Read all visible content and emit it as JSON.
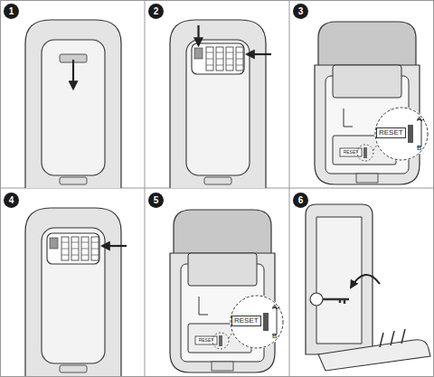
{
  "diagram": {
    "nodes": [
      {
        "text": [
          "1"
        ]
      },
      {
        "text": [
          "2"
        ]
      },
      {
        "text": [
          "3"
        ]
      },
      {
        "text": [
          "RESET",
          "A",
          "B"
        ]
      },
      {
        "text": [
          "4"
        ]
      },
      {
        "text": [
          "5"
        ]
      },
      {
        "text": [
          "RESET",
          "A",
          "B"
        ]
      },
      {
        "text": [
          "6"
        ]
      }
    ],
    "labels": [
      "RESET",
      "RESET"
    ]
  }
}
